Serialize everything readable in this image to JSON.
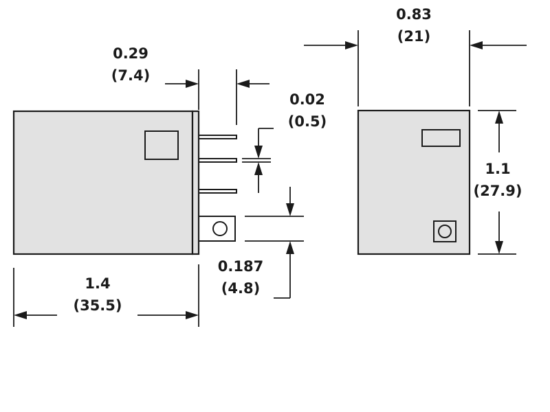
{
  "dimensions": {
    "pin_spacing": {
      "inch": "0.29",
      "mm": "(7.4)"
    },
    "pin_thickness": {
      "inch": "0.02",
      "mm": "(0.5)"
    },
    "tab_width": {
      "inch": "0.187",
      "mm": "(4.8)"
    },
    "body_length": {
      "inch": "1.4",
      "mm": "(35.5)"
    },
    "body_width": {
      "inch": "0.83",
      "mm": "(21)"
    },
    "body_height": {
      "inch": "1.1",
      "mm": "(27.9)"
    }
  },
  "colors": {
    "body_fill": "#e2e2e2",
    "line": "#1a1a1a",
    "background": "#ffffff"
  }
}
